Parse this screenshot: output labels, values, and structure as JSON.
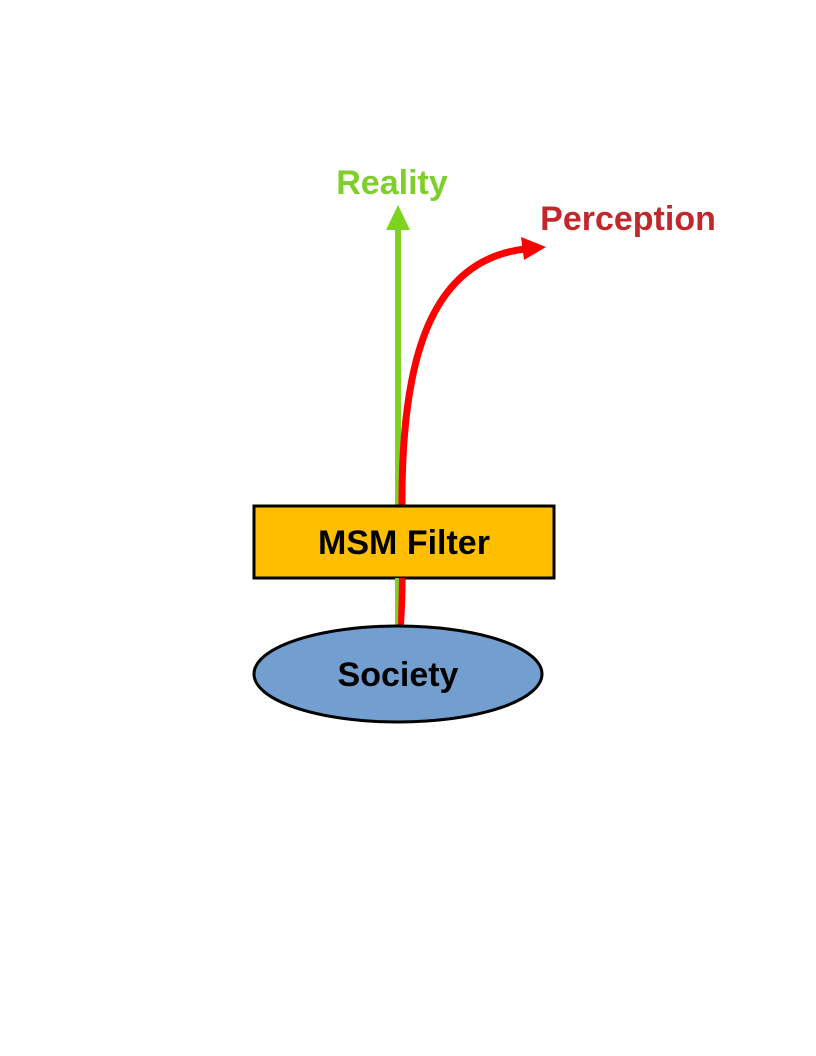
{
  "labels": {
    "reality": "Reality",
    "perception": "Perception",
    "filter": "MSM Filter",
    "society": "Society"
  },
  "colors": {
    "reality": "#7ed321",
    "reality_text": "#7ecf29",
    "perception": "#ff0000",
    "perception_text": "#c0282b",
    "filter_fill": "#ffbf00",
    "society_fill": "#729fcf",
    "outline": "#000000",
    "text": "#000000"
  }
}
